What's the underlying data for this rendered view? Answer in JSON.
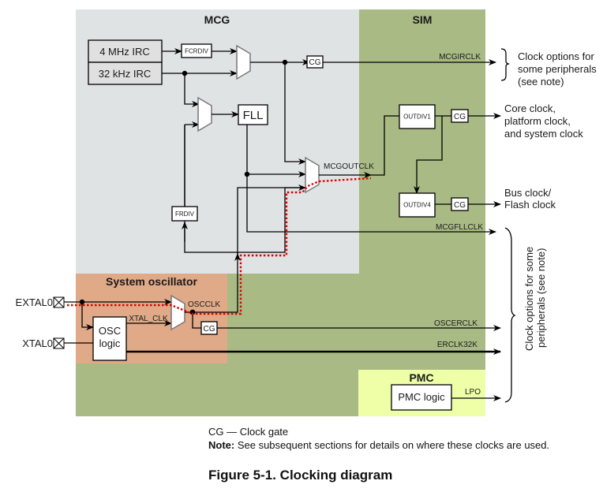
{
  "colors": {
    "mcg_region": "#e0e3e4",
    "sim_region": "#a9ba84",
    "osc_region": "#e0a988",
    "pmc_region": "#eeffa8",
    "red_path": "#e00000"
  },
  "regions": {
    "mcg": "MCG",
    "sim": "SIM",
    "osc": "System oscillator",
    "pmc": "PMC"
  },
  "blocks": {
    "irc4m": "4 MHz IRC",
    "irc32k": "32 kHz IRC",
    "fcrdiv": "FCRDIV",
    "fll": "FLL",
    "frdiv": "FRDIV",
    "outdiv1": "OUTDIV1",
    "outdiv4": "OUTDIV4",
    "cg": "CG",
    "osc_logic_1": "OSC",
    "osc_logic_2": "logic",
    "pmc_logic": "PMC logic"
  },
  "signals": {
    "mcgirclk": "MCGIRCLK",
    "mcgoutclk": "MCGOUTCLK",
    "mcgfllclk": "MCGFLLCLK",
    "oscclk": "OSCCLK",
    "xtal_clk": "XTAL_CLK",
    "oscerclk": "OSCERCLK",
    "erclk32k": "ERCLK32K",
    "lpo": "LPO"
  },
  "pins": {
    "extal0": "EXTAL0",
    "xtal0": "XTAL0"
  },
  "outputs": {
    "top_note_1": "Clock options for",
    "top_note_2": "some peripherals",
    "top_note_3": "(see note)",
    "core_1": "Core clock,",
    "core_2": "platform clock,",
    "core_3": "and system clock",
    "bus_1": "Bus clock/",
    "bus_2": "Flash clock",
    "side_note_1": "Clock options for some",
    "side_note_2": "peripherals (see note)"
  },
  "legend": {
    "cg": "CG — Clock gate",
    "note_label": "Note:",
    "note_text": " See subsequent sections for details on where these clocks are used."
  },
  "figure_title": "Figure 5-1. Clocking diagram"
}
